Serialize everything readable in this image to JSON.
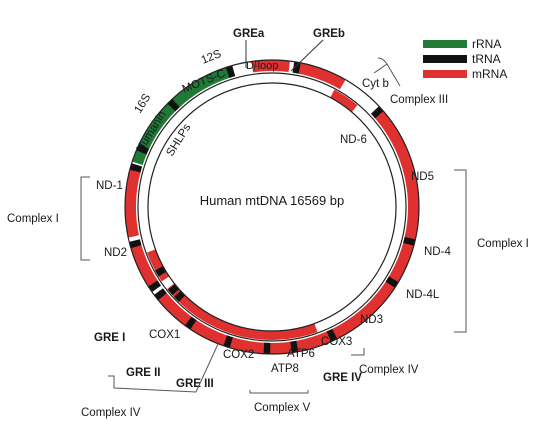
{
  "center_label": "Human mtDNA 16569 bp",
  "legend": [
    {
      "label": "rRNA",
      "color": "#1e7a35"
    },
    {
      "label": "tRNA",
      "color": "#111111"
    },
    {
      "label": "mRNA",
      "color": "#e03131"
    }
  ],
  "colors": {
    "rrna": "#1e7a35",
    "trna": "#111111",
    "mrna": "#e03131",
    "ring": "#222222"
  },
  "labels": {
    "gre_a": "GREa",
    "gre_b": "GREb",
    "d_loop": "D-loop",
    "s12": "12S",
    "mots_c": "MOTS-C",
    "s16": "16S",
    "humanin": "Humanin",
    "shlps": "SHLPs",
    "cytb": "Cyt b",
    "nd6": "ND-6",
    "nd5": "ND5",
    "nd4": "ND-4",
    "nd4l": "ND-4L",
    "nd3": "ND3",
    "cox3": "COX3",
    "atp6": "ATP6",
    "atp8": "ATP8",
    "cox2": "COX2",
    "cox1": "COX1",
    "nd1": "ND-1",
    "nd2": "ND2",
    "gre_i": "GRE I",
    "gre_ii": "GRE II",
    "gre_iii": "GRE III",
    "gre_iv": "GRE IV"
  },
  "complexes": {
    "c3": "Complex III",
    "c1_left": "Complex I",
    "c1_right": "Complex I",
    "c4_right": "Complex IV",
    "c4_left": "Complex IV",
    "c5": "Complex V"
  }
}
